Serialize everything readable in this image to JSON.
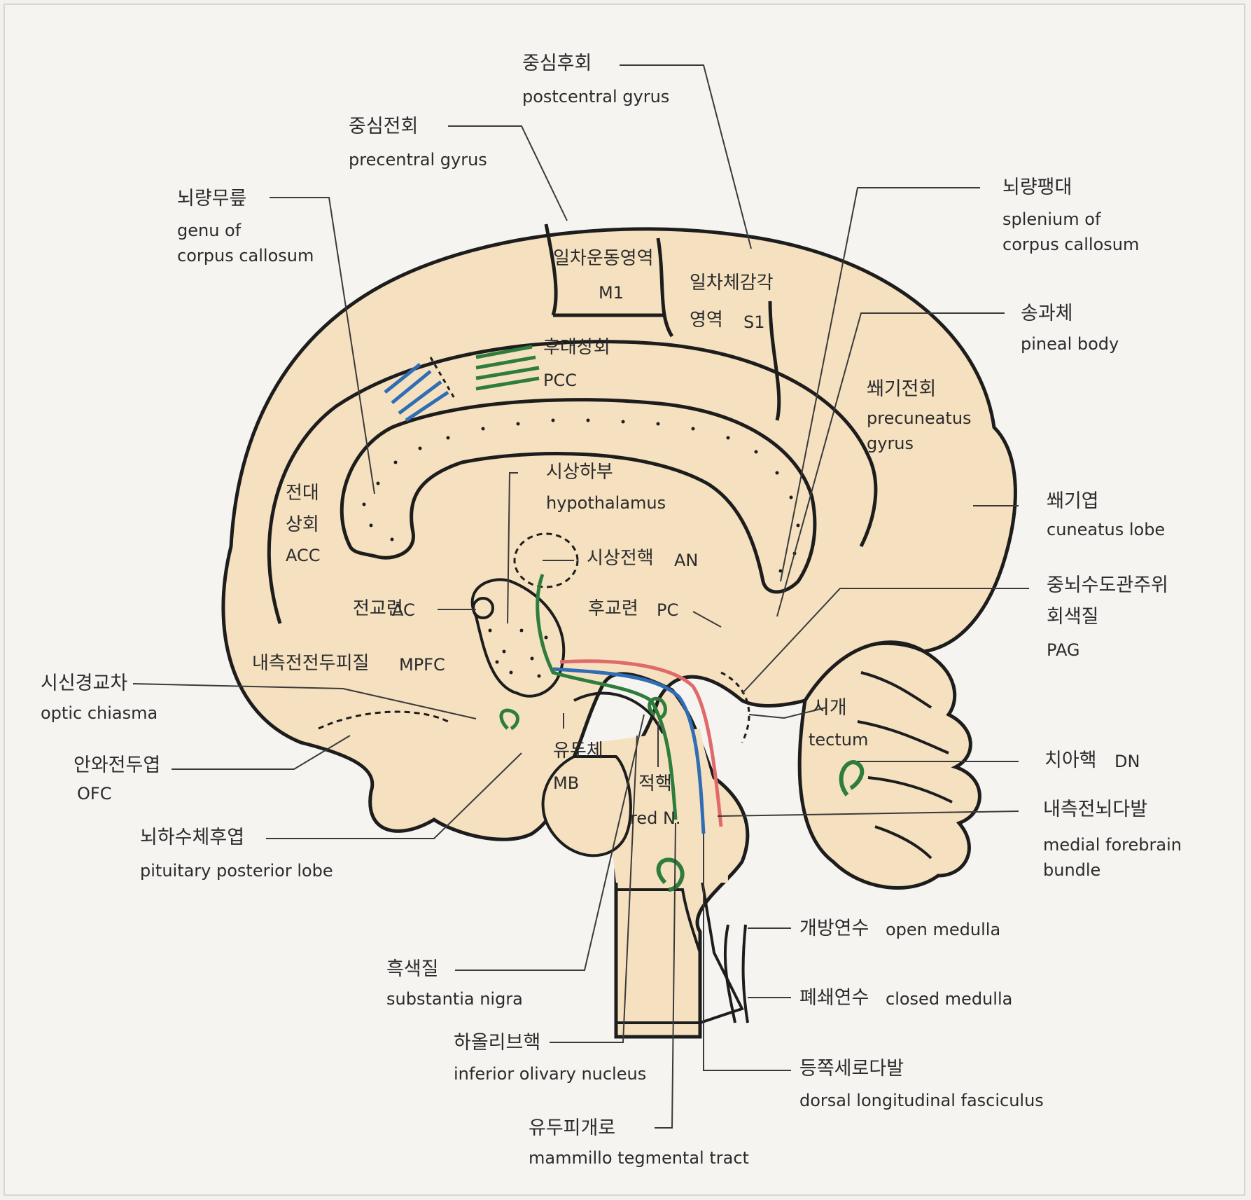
{
  "labels": {
    "postcentral": {
      "ko": "중심후회",
      "en": "postcentral gyrus"
    },
    "precentral": {
      "ko": "중심전회",
      "en": "precentral gyrus"
    },
    "genu": {
      "ko": "뇌량무릎",
      "en1": "genu of",
      "en2": "corpus callosum"
    },
    "splenium": {
      "ko": "뇌량팽대",
      "en1": "splenium of",
      "en2": "corpus callosum"
    },
    "pineal": {
      "ko": "송과체",
      "en": "pineal body"
    },
    "precuneus": {
      "ko": "쐐기전회",
      "en1": "precuneatus",
      "en2": "gyrus"
    },
    "cuneus": {
      "ko": "쐐기엽",
      "en": "cuneatus lobe"
    },
    "pag": {
      "ko1": "중뇌수도관주위",
      "ko2": "회색질",
      "en": "PAG"
    },
    "tectum": {
      "ko": "시개",
      "en": "tectum"
    },
    "dn": {
      "ko": "치아핵",
      "en": "DN"
    },
    "mfb": {
      "ko": "내측전뇌다발",
      "en1": "medial forebrain",
      "en2": "bundle"
    },
    "open_medulla": {
      "ko": "개방연수",
      "en": "open medulla"
    },
    "closed_medulla": {
      "ko": "폐쇄연수",
      "en": "closed medulla"
    },
    "dlf": {
      "ko": "등쪽세로다발",
      "en": "dorsal longitudinal fasciculus"
    },
    "mtt": {
      "ko": "유두피개로",
      "en": "mammillo tegmental tract"
    },
    "olive": {
      "ko": "하올리브핵",
      "en": "inferior olivary nucleus"
    },
    "sn": {
      "ko": "흑색질",
      "en": "substantia nigra"
    },
    "pituitary": {
      "ko": "뇌하수체후엽",
      "en": "pituitary posterior lobe"
    },
    "ofc": {
      "ko": "안와전두엽",
      "en": "OFC"
    },
    "chiasm": {
      "ko": "시신경교차",
      "en": "optic chiasma"
    }
  },
  "inner": {
    "m1": {
      "ko": "일차운동영역",
      "en": "M1"
    },
    "s1": {
      "ko1": "일차체감각",
      "ko2": "영역",
      "en": "S1"
    },
    "pcc": {
      "ko": "후대상회",
      "en": "PCC"
    },
    "acc": {
      "ko1": "전대",
      "ko2": "상회",
      "en": "ACC"
    },
    "hypothalamus": {
      "ko": "시상하부",
      "en": "hypothalamus"
    },
    "an": {
      "ko": "시상전핵",
      "en": "AN"
    },
    "ac": {
      "ko": "전교련",
      "en": "AC"
    },
    "pc": {
      "ko": "후교련",
      "en": "PC"
    },
    "mpfc": {
      "ko": "내측전전두피질",
      "en": "MPFC"
    },
    "mb": {
      "ko": "유두체",
      "en": "MB"
    },
    "red": {
      "ko": "적핵",
      "en": "red N."
    }
  },
  "colors": {
    "tissue": "#f5e1c0",
    "outline": "#1d1d1d",
    "green": "#2e7d3c",
    "blue": "#2f6db5",
    "red": "#e06a6a",
    "leader": "#3a3a3a"
  }
}
